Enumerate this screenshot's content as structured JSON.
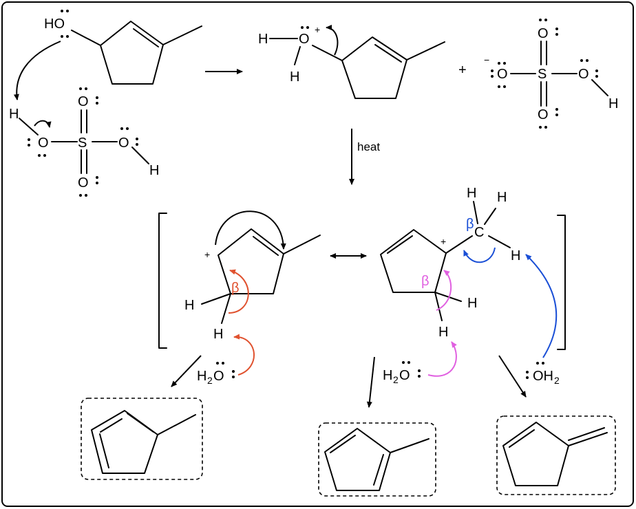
{
  "colors": {
    "red": "#e0522f",
    "magenta": "#e060e0",
    "blue": "#1a4fd6",
    "black": "#000000"
  },
  "labels": {
    "OH": "HO",
    "H": "H",
    "O": "O",
    "S": "S",
    "plus": "+",
    "minus": "−",
    "heat": "heat",
    "C": "C",
    "beta": "β",
    "H2O_H": "H",
    "H2O_sub": "2",
    "H2O_O": "O",
    "OH2_O": "OH",
    "OH2_sub": "2",
    "colon": ":"
  }
}
